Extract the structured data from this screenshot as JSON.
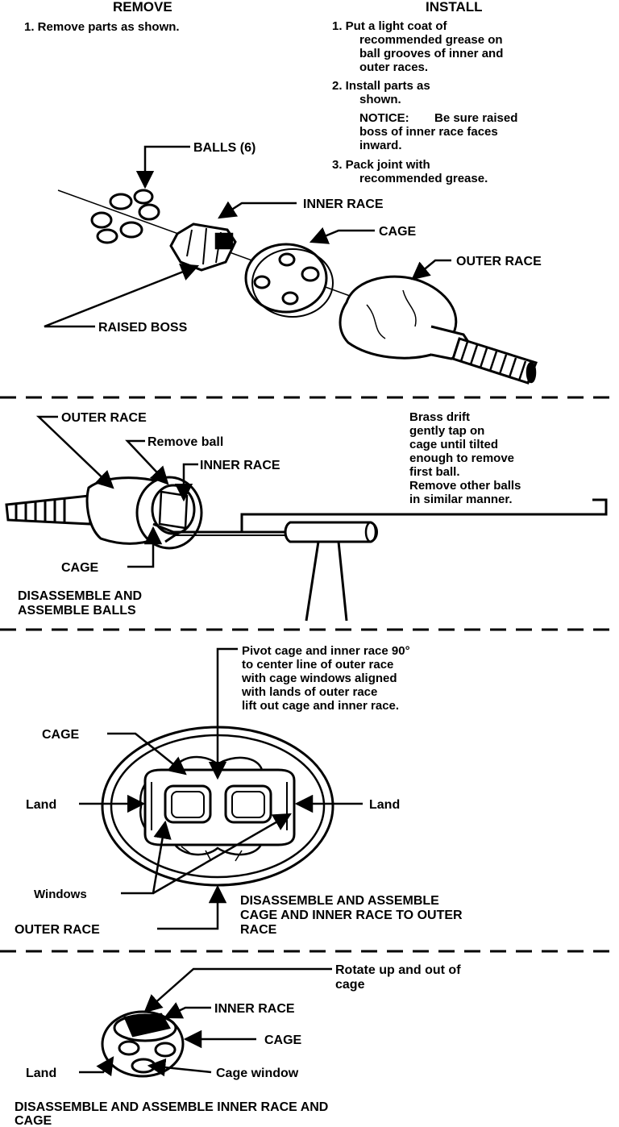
{
  "remove": {
    "heading": "REMOVE",
    "steps": [
      "1. Remove parts as shown."
    ]
  },
  "install": {
    "heading": "INSTALL",
    "step1": [
      "1.  Put a light coat of",
      "recommended grease on",
      "ball grooves of inner and",
      "outer races."
    ],
    "step2": [
      "2.  Install parts as",
      "shown."
    ],
    "notice_keyword": "NOTICE:",
    "notice_rest": [
      "Be sure raised",
      "boss of inner race faces",
      "inward."
    ],
    "step3": [
      "3.  Pack joint with",
      "recommended grease."
    ]
  },
  "section1": {
    "balls": "BALLS (6)",
    "inner_race": "INNER RACE",
    "cage": "CAGE",
    "outer_race": "OUTER RACE",
    "raised_boss": "RAISED BOSS"
  },
  "section2": {
    "outer_race": "OUTER RACE",
    "remove_ball": "Remove ball",
    "inner_race": "INNER RACE",
    "cage": "CAGE",
    "note": [
      "Brass drift",
      "gently tap on",
      "cage until tilted",
      "enough to remove",
      "first ball.",
      "Remove other balls",
      "in similar manner."
    ],
    "caption": [
      "DISASSEMBLE AND",
      "ASSEMBLE BALLS"
    ]
  },
  "section3": {
    "note": [
      "Pivot cage and inner race 90°",
      "to center line of outer race",
      "with cage windows aligned",
      "with lands of outer race",
      "lift out cage and inner race."
    ],
    "cage": "CAGE",
    "land_left": "Land",
    "land_right": "Land",
    "windows": "Windows",
    "outer_race": "OUTER RACE",
    "caption": [
      "DISASSEMBLE AND ASSEMBLE",
      "CAGE AND INNER RACE TO OUTER",
      "RACE"
    ]
  },
  "section4": {
    "note": [
      "Rotate up and out of",
      "cage"
    ],
    "inner_race": "INNER RACE",
    "cage": "CAGE",
    "land": "Land",
    "cage_window": "Cage window",
    "caption": [
      "DISASSEMBLE AND ASSEMBLE INNER RACE AND",
      "CAGE"
    ]
  }
}
